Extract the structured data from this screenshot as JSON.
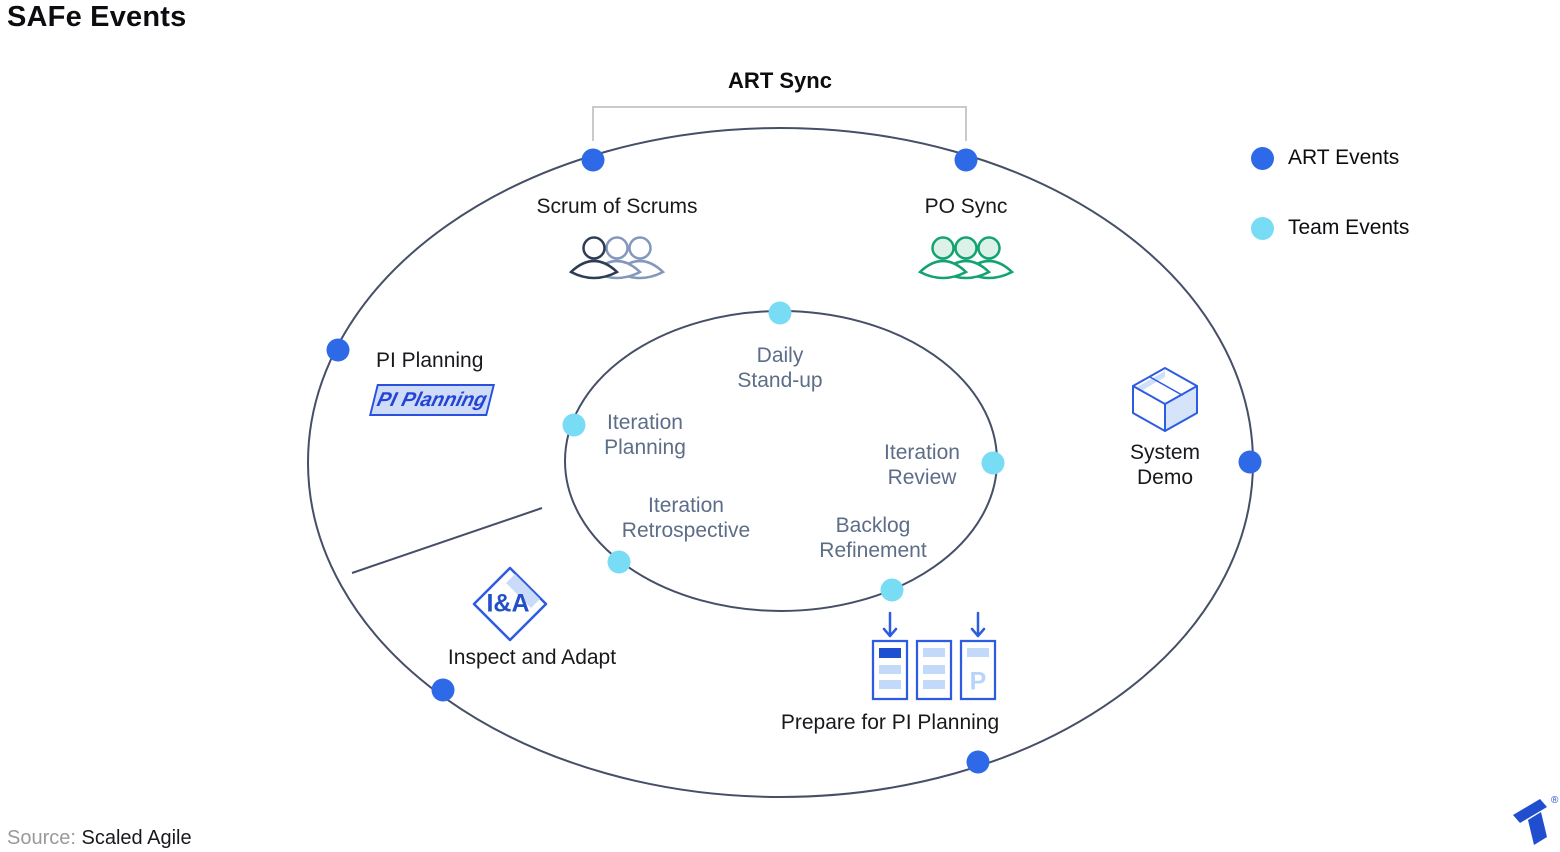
{
  "title": "SAFe Events",
  "art_sync": {
    "label": "ART Sync"
  },
  "legend": {
    "art": {
      "label": "ART Events",
      "color": "#2e6ae8"
    },
    "team": {
      "label": "Team Events",
      "color": "#79dcf5"
    }
  },
  "art_events": {
    "scrum_of_scrums": {
      "label": "Scrum of Scrums",
      "icon": "three-people-icon"
    },
    "po_sync": {
      "label": "PO Sync",
      "icon": "three-people-icon"
    },
    "pi_planning": {
      "label": "PI Planning",
      "badge": "PI Planning",
      "icon": "pi-planning-badge"
    },
    "system_demo": {
      "line1": "System",
      "line2": "Demo",
      "icon": "package-cube-icon"
    },
    "inspect_and_adapt": {
      "label": "Inspect and Adapt",
      "icon_text": "I&A",
      "icon": "diamond-icon"
    },
    "prepare_for_pi_planning": {
      "label": "Prepare for PI Planning",
      "doc_letter": "P",
      "icon": "backlog-columns-icon"
    }
  },
  "team_events": {
    "daily_standup": {
      "line1": "Daily",
      "line2": "Stand-up"
    },
    "iteration_planning": {
      "line1": "Iteration",
      "line2": "Planning"
    },
    "iteration_review": {
      "line1": "Iteration",
      "line2": "Review"
    },
    "iteration_retrospective": {
      "line1": "Iteration",
      "line2": "Retrospective"
    },
    "backlog_refinement": {
      "line1": "Backlog",
      "line2": "Refinement"
    }
  },
  "footer": {
    "source_label": "Source:",
    "source_value": "Scaled Agile",
    "logo_registered": "®"
  },
  "colors": {
    "art_event_dot": "#2e6ae8",
    "team_event_dot": "#79dcf5",
    "ellipse_stroke": "#454f68",
    "inner_label_text": "#5d6d88",
    "icon_blue": "#2d5ce0",
    "icon_blue_light": "#cddcf8",
    "icon_dark_bar": "#1d4fd0",
    "icon_green": "#13a373",
    "scrum_person_dark": "#2e3c54",
    "scrum_person_light": "#8497bd",
    "bracket_gray": "#cacace",
    "logo_blue": "#204ecf"
  }
}
